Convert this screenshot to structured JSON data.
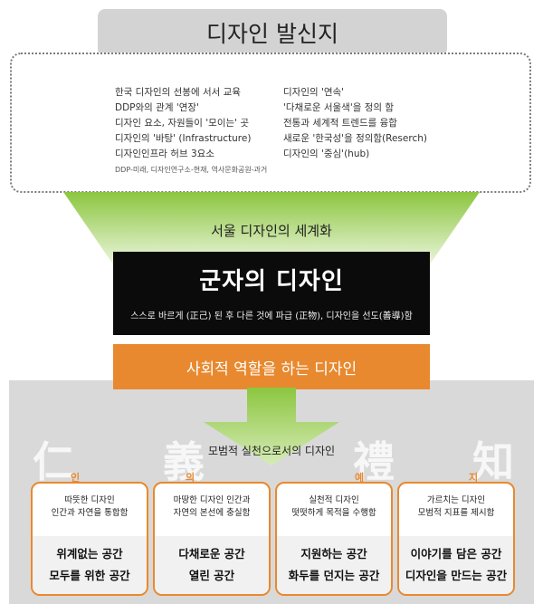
{
  "title": "디자인 발신지",
  "source_left": [
    "한국 디자인의 선봉에 서서 교육",
    "DDP와의 관계 '연장'",
    "디자인 요소, 자원들이 '모이는' 곳",
    "디자인의 '바탕' (Infrastructure)",
    "디자인인프라 허브 3요소",
    "DDP-미래, 디자인연구소-현재, 역사문화공원-과거"
  ],
  "source_right": [
    "디자인의 '연속'",
    "'다채로운 서울색'을 정의 함",
    "전통과 세계적 트렌드를 융합",
    "새로운 '한국성'을 정의함(Reserch)",
    "디자인의 '중심'(hub)"
  ],
  "globalize": "서울 디자인의 세계화",
  "core": {
    "title": "군자의 디자인",
    "subtitle": "스스로 바르게 (正己) 된 후 다른 것에 파급 (正物), 디자인을 선도(善導)함"
  },
  "social_role": "사회적 역할을 하는 디자인",
  "model_label": "모범적 실천으로서의 디자인",
  "virtues": [
    {
      "hanja": "仁",
      "hangul": "인",
      "desc": [
        "따뜻한 디자인",
        "인간과 자연을 통합함"
      ],
      "spaces": [
        "위계없는 공간",
        "모두를 위한 공간"
      ]
    },
    {
      "hanja": "義",
      "hangul": "의",
      "desc": [
        "마땅한 디자인 인간과",
        "자연의 본선에 충실함"
      ],
      "spaces": [
        "다채로운 공간",
        "열린 공간"
      ]
    },
    {
      "hanja": "禮",
      "hangul": "예",
      "desc": [
        "실천적 디자인",
        "떳떳하게 목적을 수행함"
      ],
      "spaces": [
        "지원하는 공간",
        "화두를 던지는 공간"
      ]
    },
    {
      "hanja": "知",
      "hangul": "지",
      "desc": [
        "가르치는 디자인",
        "모범적 지표를 제시함"
      ],
      "spaces": [
        "이야기를 담은 공간",
        "디자인을 만드는 공간"
      ]
    }
  ],
  "colors": {
    "accent": "#e8892f",
    "core_bg": "#0b0b0b",
    "funnel": "#8cc63f",
    "gray": "#d9d9d9"
  }
}
